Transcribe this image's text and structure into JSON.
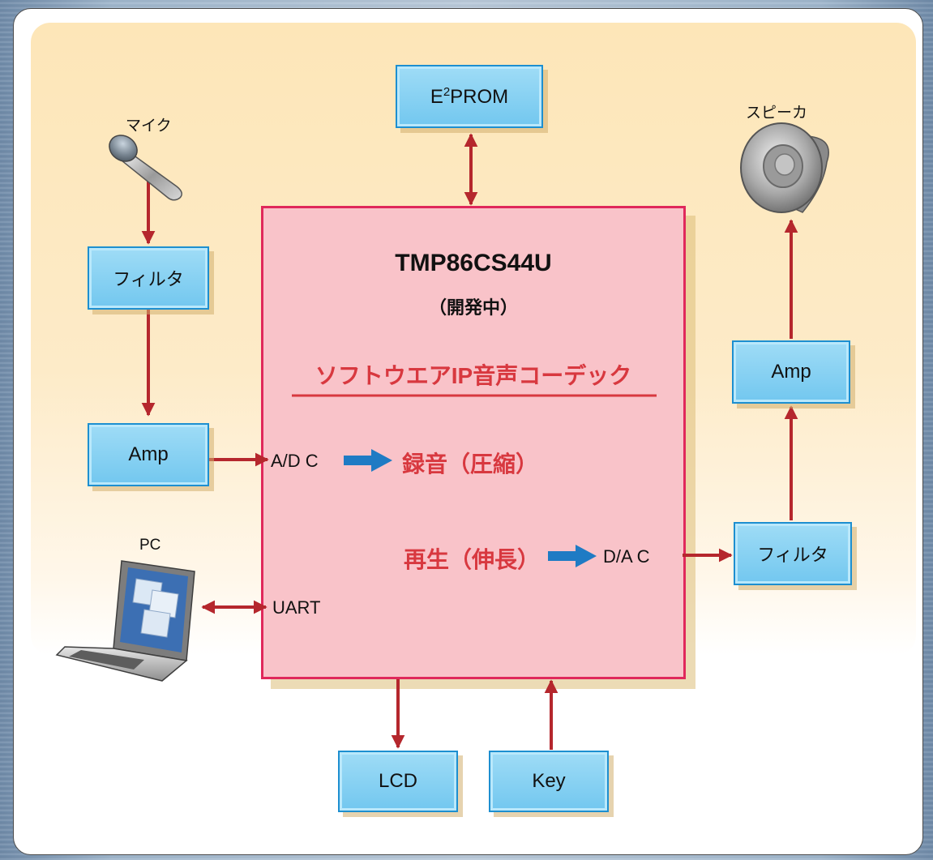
{
  "colors": {
    "wire": "#b5272d",
    "chip_border": "#e0285b",
    "chip_fill": "#f9c3c9",
    "box_fill": "#7fcff2",
    "flow_arrow": "#1f7bc4",
    "highlight_text": "#d8383f"
  },
  "chip": {
    "name": "TMP86CS44U",
    "status": "（開発中）",
    "subtitle": "ソフトウエアIP音声コーデック",
    "adc": "A/D C",
    "record": "録音（圧縮）",
    "playback": "再生（伸長）",
    "dac": "D/A C",
    "uart": "UART"
  },
  "boxes": {
    "eeprom_prefix": "E",
    "eeprom_sup": "2",
    "eeprom_suffix": "PROM",
    "filter_in": "フィルタ",
    "amp_in": "Amp",
    "amp_out": "Amp",
    "filter_out": "フィルタ",
    "lcd": "LCD",
    "key": "Key"
  },
  "devices": {
    "mic": "マイク",
    "speaker": "スピーカ",
    "pc": "PC"
  }
}
